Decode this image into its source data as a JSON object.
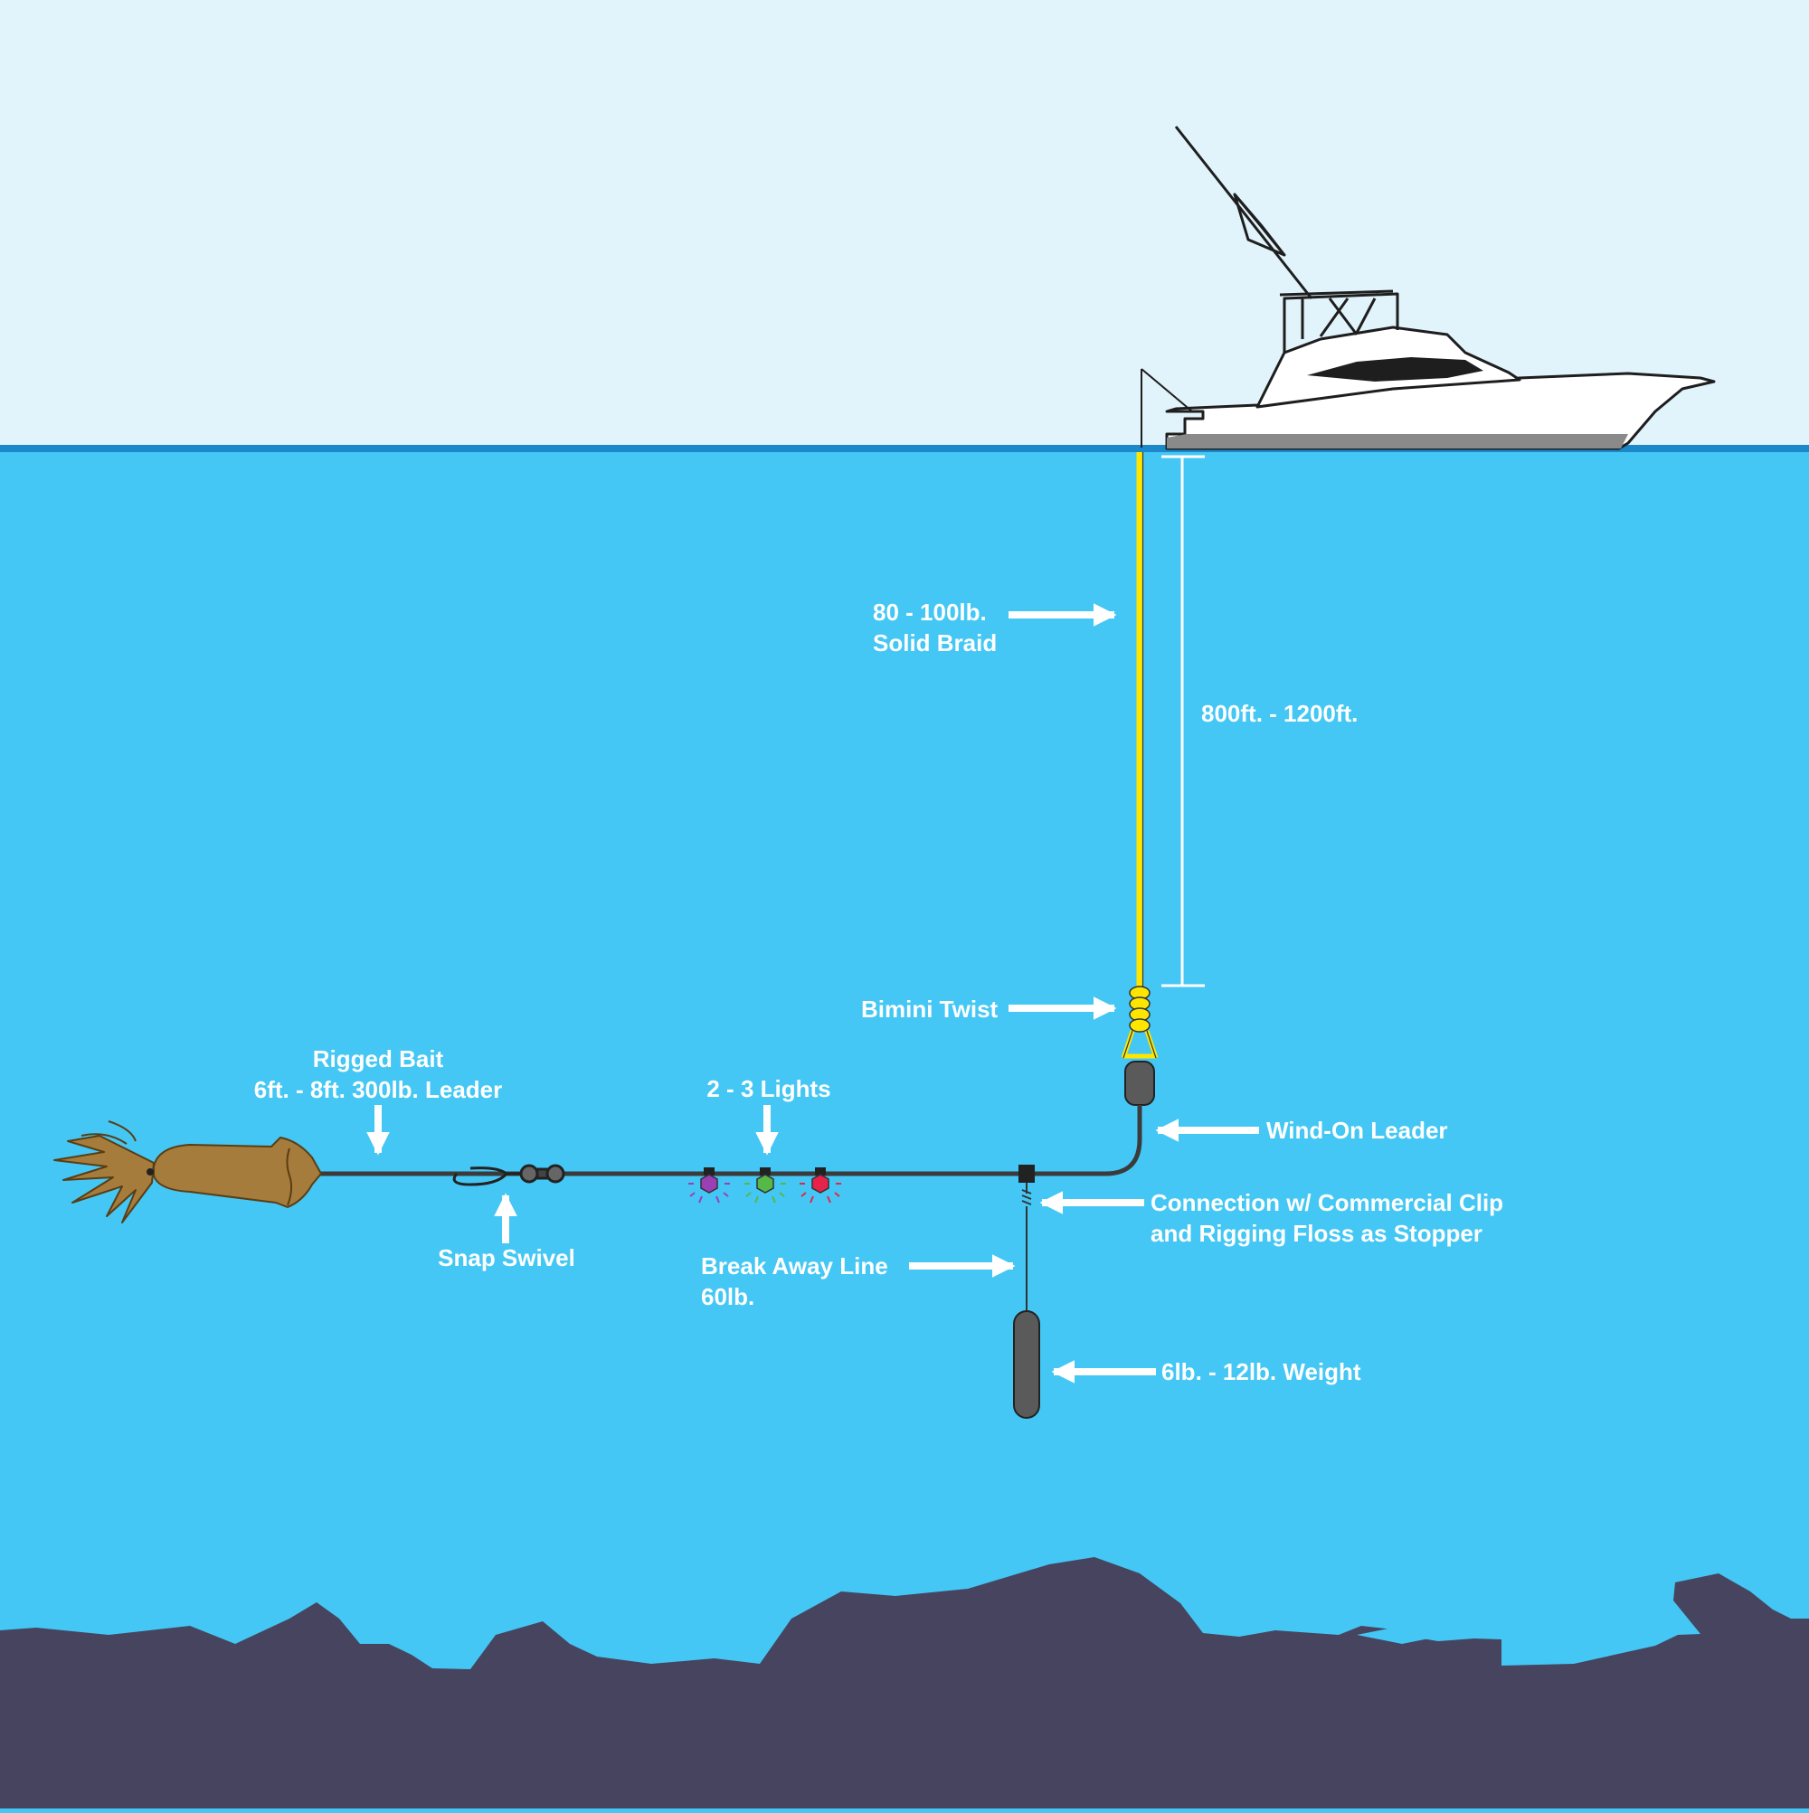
{
  "colors": {
    "sky": "#e1f3fb",
    "water": "#44c7f4",
    "surface_line": "#1a88c9",
    "seafloor": "#46445f",
    "braid": "#ffe600",
    "leader": "#3b3b3b",
    "squid": "#a67c3c",
    "light_purple": "#9b3fb5",
    "light_green": "#56b947",
    "light_red": "#e8234a",
    "arrow": "#ffffff"
  },
  "labels": {
    "braid_line1": "80 - 100lb.",
    "braid_line2": "Solid Braid",
    "depth": "800ft. - 1200ft.",
    "bimini": "Bimini Twist",
    "windon": "Wind-On Leader",
    "connection_line1": "Connection w/ Commercial Clip",
    "connection_line2": "and Rigging Floss as Stopper",
    "breakaway_line1": "Break Away Line",
    "breakaway_line2": "60lb.",
    "weight": "6lb. - 12lb. Weight",
    "bait_line1": "Rigged Bait",
    "bait_line2": "6ft. - 8ft. 300lb. Leader",
    "lights": "2 - 3 Lights",
    "snap_swivel": "Snap Swivel"
  },
  "icons": {
    "boat": "sportfishing-boat-icon",
    "squid": "squid-bait-icon",
    "weight": "sinker-weight-icon",
    "lights": "deep-drop-light-icon"
  }
}
